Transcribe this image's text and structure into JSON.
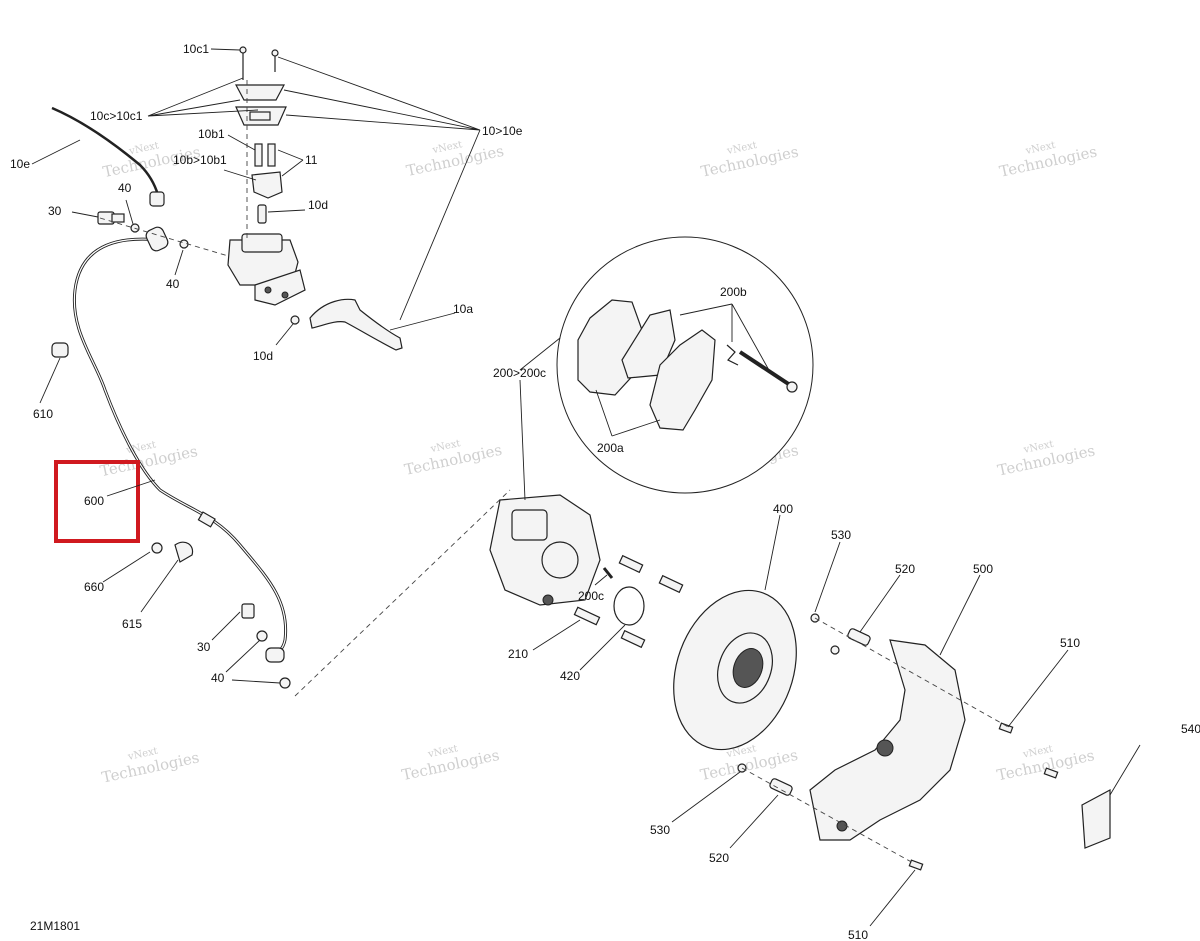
{
  "diagram_code": "21M1801",
  "watermark": {
    "line1": "vNext",
    "line2": "Technologies"
  },
  "colors": {
    "highlight": "#d0191f",
    "ink": "#222222",
    "watermark": "#cfcfcf"
  },
  "callouts": {
    "c10c1": "10c1",
    "c10c_10c1": "10c>10c1",
    "c10_10e": "10>10e",
    "c10e": "10e",
    "c10b1": "10b1",
    "c10b_10b1": "10b>10b1",
    "c11": "11",
    "c10d_top": "10d",
    "c10d_bottom": "10d",
    "c10a": "10a",
    "c30_top": "30",
    "c40_top": "40",
    "c40_mid": "40",
    "c610": "610",
    "c600": "600",
    "c660": "660",
    "c615": "615",
    "c30_bottom": "30",
    "c40_bottom": "40",
    "c200b": "200b",
    "c200_200c": "200>200c",
    "c200a": "200a",
    "c400": "400",
    "c530_top": "530",
    "c520_top": "520",
    "c500": "500",
    "c510_right": "510",
    "c200c": "200c",
    "c210": "210",
    "c420": "420",
    "c540": "540",
    "c530_bottom": "530",
    "c520_bottom": "520",
    "c510_bottom": "510"
  }
}
